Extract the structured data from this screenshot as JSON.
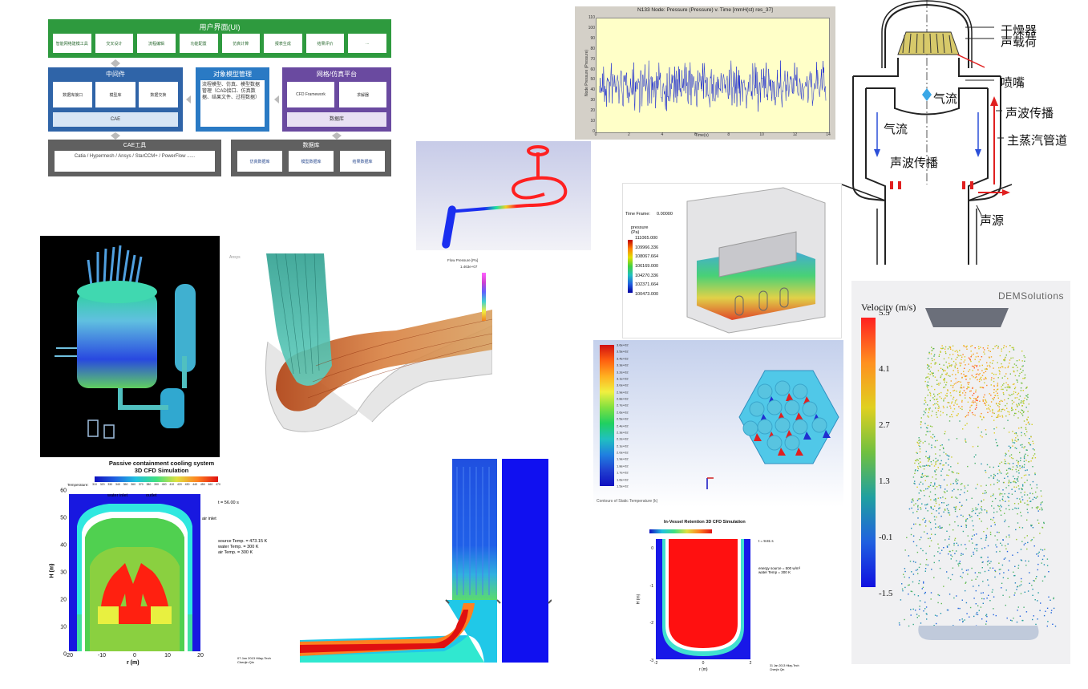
{
  "arch": {
    "top_title": "用户界面(UI)",
    "top_items": [
      "智能网络建模工具",
      "交叉设计",
      "流程编辑",
      "功能配置",
      "仿真计算",
      "报表生成",
      "结果评价",
      "..."
    ],
    "left_title": "中间件",
    "left_items": [
      "数据库接口",
      "模型库",
      "数据交换"
    ],
    "left_bottom": "CAE",
    "center_title": "对象模型管理",
    "center_body": "流程模型、仿真、模型数据管理（CAD接口、仿真数据、结果文件、过程数据）",
    "right_title": "网格/仿真平台",
    "right_items": [
      "CFD Framework",
      "求解器"
    ],
    "right_bottom": "数据库",
    "bottom_left_title": "CAE工具",
    "bottom_left_text": "Catia / Hypermesh / Ansys / StarCCM+ / PowerFlow ......",
    "bottom_right_title": "数据库",
    "bottom_right_items": [
      "仿真数据库",
      "模型数据库",
      "结果数据库"
    ]
  },
  "pressure_plot": {
    "title": "N133 Node: Pressure (Pressure) v. Time [mmH(st) res_37]",
    "xlabel": "Time(s)",
    "ylabel": "Node Pressure (Pressure)",
    "xticks": [
      "0",
      "2",
      "4",
      "6",
      "8",
      "10",
      "12",
      "14"
    ],
    "yticks": [
      "0",
      "10",
      "20",
      "30",
      "40",
      "50",
      "60",
      "70",
      "80",
      "90",
      "100",
      "110"
    ]
  },
  "dryer": {
    "labels": [
      "干燥器",
      "声载荷",
      "喷嘴",
      "气流",
      "声波传播",
      "主蒸汽管道",
      "气流",
      "声波传播",
      "声源"
    ]
  },
  "tank": {
    "time_label": "Time Frame:",
    "time_value": "0.00000",
    "legend_title": "pressure",
    "legend_unit": "(Pa)",
    "legend_values": [
      "111065.000",
      "109966.336",
      "108067.664",
      "106169.000",
      "104270.336",
      "102371.664",
      "100473.000"
    ]
  },
  "dem": {
    "brand": "DEMSolutions",
    "title": "Velocity (m/s)",
    "ticks": [
      "5.5",
      "4.1",
      "2.7",
      "1.3",
      "-0.1",
      "-1.5"
    ]
  },
  "passive": {
    "title1": "Passive containment cooling system",
    "title2": "3D CFD Simulation",
    "temp_label": "Temperature:",
    "temp_ticks": [
      "310",
      "320",
      "330",
      "340",
      "350",
      "360",
      "370",
      "380",
      "390",
      "400",
      "410",
      "420",
      "430",
      "440",
      "450",
      "460",
      "470"
    ],
    "time": "t = 56.00 s",
    "annotations": [
      "water inlet",
      "outlet",
      "air inlet"
    ],
    "info": [
      "source Temp. = 473.15 K",
      "water Temp. = 300 K",
      "air Temp. = 300 K"
    ],
    "ylabel": "H (m)",
    "xlabel": "r (m)",
    "yticks": [
      "60",
      "50",
      "40",
      "30",
      "20",
      "10",
      "0"
    ],
    "xticks": [
      "-20",
      "-10",
      "0",
      "10",
      "20"
    ],
    "footer": [
      "07 Jan 2013 Hilay-Tech",
      "Chenjin Qin"
    ]
  },
  "ivr": {
    "title": "In-Vessel Retention 3D CFD Simulation",
    "time": "t = 9.81 s",
    "info": [
      "energy source = 500 w/m³",
      "water Temp = 300 K"
    ],
    "ylabel": "H (m)",
    "xlabel": "r (m)",
    "yticks": [
      "0",
      "-1",
      "-2",
      "-3"
    ],
    "xticks": [
      "-2",
      "0",
      "2"
    ],
    "footer": [
      "31 Jan 2013 Hilay-Tech",
      "Chenjin Qin"
    ]
  },
  "hex": {
    "legend_values": [
      "3.6e+02",
      "3.5e+02",
      "3.4e+02",
      "3.3e+02",
      "3.2e+02",
      "3.1e+02",
      "3.0e+02",
      "2.9e+02",
      "2.8e+02",
      "2.7e+02",
      "2.6e+02",
      "2.5e+02",
      "2.4e+02",
      "2.3e+02",
      "2.2e+02",
      "2.1e+02",
      "2.0e+02",
      "1.9e+02",
      "1.8e+02",
      "1.7e+02",
      "1.6e+02",
      "1.5e+02"
    ],
    "caption": "Contours of Static Temperature (k)"
  },
  "flow": {
    "legend_title": "Flow Pressure [Pa]",
    "legend_value": "1.463e+07",
    "brand": "Ansys"
  }
}
